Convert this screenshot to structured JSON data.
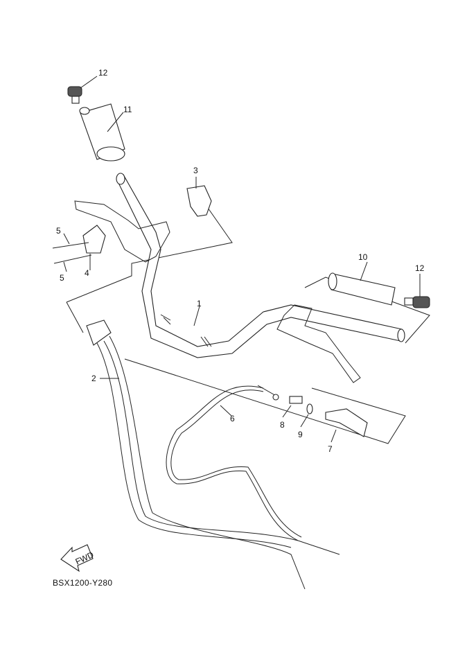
{
  "diagram": {
    "code": "BSX1200-Y280",
    "fwd_arrow": "FWD",
    "callouts": [
      {
        "id": "12a",
        "text": "12"
      },
      {
        "id": "11",
        "text": "11"
      },
      {
        "id": "3",
        "text": "3"
      },
      {
        "id": "5a",
        "text": "5"
      },
      {
        "id": "5b",
        "text": "5"
      },
      {
        "id": "4",
        "text": "4"
      },
      {
        "id": "1",
        "text": "1"
      },
      {
        "id": "10",
        "text": "10"
      },
      {
        "id": "12b",
        "text": "12"
      },
      {
        "id": "2",
        "text": "2"
      },
      {
        "id": "6",
        "text": "6"
      },
      {
        "id": "8",
        "text": "8"
      },
      {
        "id": "9",
        "text": "9"
      },
      {
        "id": "7",
        "text": "7"
      }
    ]
  }
}
